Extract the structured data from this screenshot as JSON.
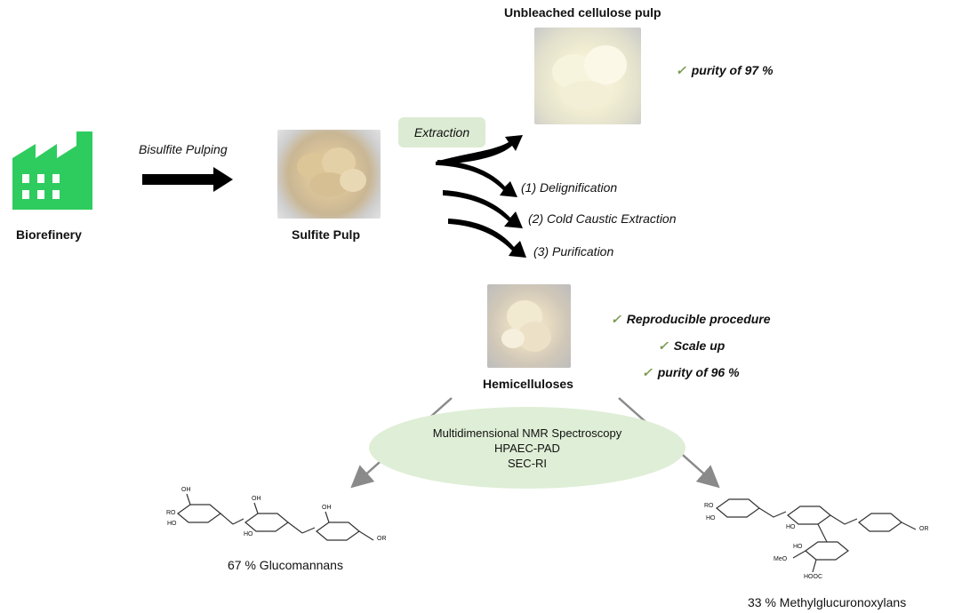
{
  "colors": {
    "factory": "#2ecc5e",
    "accent_green": "#7a9a4e",
    "pill_bg": "#dcebd3",
    "ellipse_bg": "#dfeed6",
    "arrow": "#000000",
    "grey_arrow": "#8a8a8a"
  },
  "biorefinery": {
    "label": "Biorefinery",
    "icon": "factory-icon"
  },
  "pulping": {
    "label": "Bisulfite Pulping"
  },
  "sulfite_pulp": {
    "label": "Sulfite Pulp"
  },
  "cellulose": {
    "label": "Unbleached cellulose pulp",
    "check": "purity of 97 %"
  },
  "extraction": {
    "label": "Extraction",
    "steps": [
      "(1) Delignification",
      "(2) Cold Caustic Extraction",
      "(3) Purification"
    ]
  },
  "hemicelluloses": {
    "label": "Hemicelluloses",
    "checks": [
      "Reproducible procedure",
      "Scale up",
      "purity of 96 %"
    ]
  },
  "analysis": {
    "methods": [
      "Multidimensional NMR Spectroscopy",
      "HPAEC-PAD",
      "SEC-RI"
    ]
  },
  "products": {
    "glucomannans": "67 % Glucomannans",
    "methylglucuronoxylans": "33 % Methylglucuronoxylans"
  },
  "check_symbol": "✓",
  "structure_labels": {
    "oh": "OH",
    "ho": "HO",
    "ro": "RO",
    "or": "OR",
    "meo": "MeO",
    "hooc": "HOOC"
  }
}
